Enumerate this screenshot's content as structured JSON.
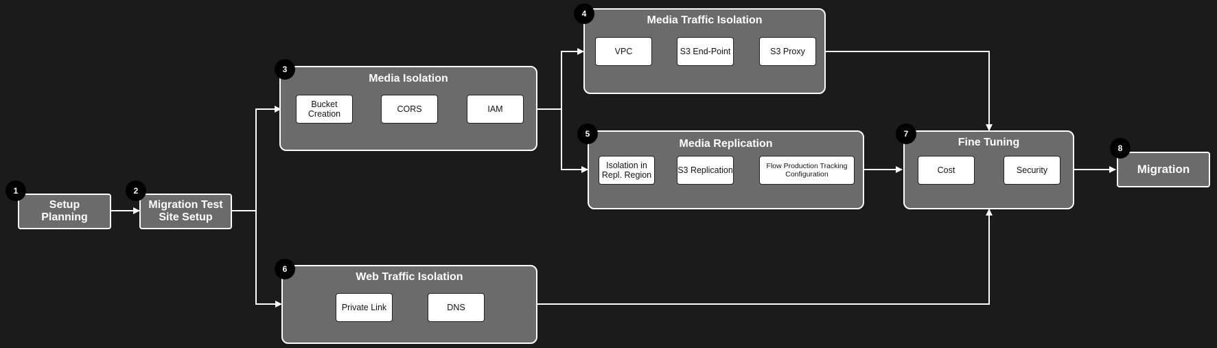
{
  "colors": {
    "background": "#1b1b1b",
    "stage_fill": "#6b6b6b",
    "stage_border": "#ffffff",
    "badge": "#000000",
    "node": "#ffffff"
  },
  "steps": [
    {
      "number": "1",
      "title": "Setup\nPlanning"
    },
    {
      "number": "2",
      "title": "Migration Test\nSite Setup"
    },
    {
      "number": "3",
      "title": "Media Isolation",
      "items": [
        "Bucket\nCreation",
        "CORS",
        "IAM"
      ]
    },
    {
      "number": "4",
      "title": "Media Traffic Isolation",
      "items": [
        "VPC",
        "S3 End-Point",
        "S3 Proxy"
      ]
    },
    {
      "number": "5",
      "title": "Media Replication",
      "items": [
        "Isolation in\nRepl. Region",
        "S3 Replication",
        "Flow Production Tracking\nConfiguration"
      ]
    },
    {
      "number": "6",
      "title": "Web Traffic Isolation",
      "items": [
        "Private Link",
        "DNS"
      ]
    },
    {
      "number": "7",
      "title": "Fine Tuning",
      "items": [
        "Cost",
        "Security"
      ]
    },
    {
      "number": "8",
      "title": "Migration"
    }
  ]
}
